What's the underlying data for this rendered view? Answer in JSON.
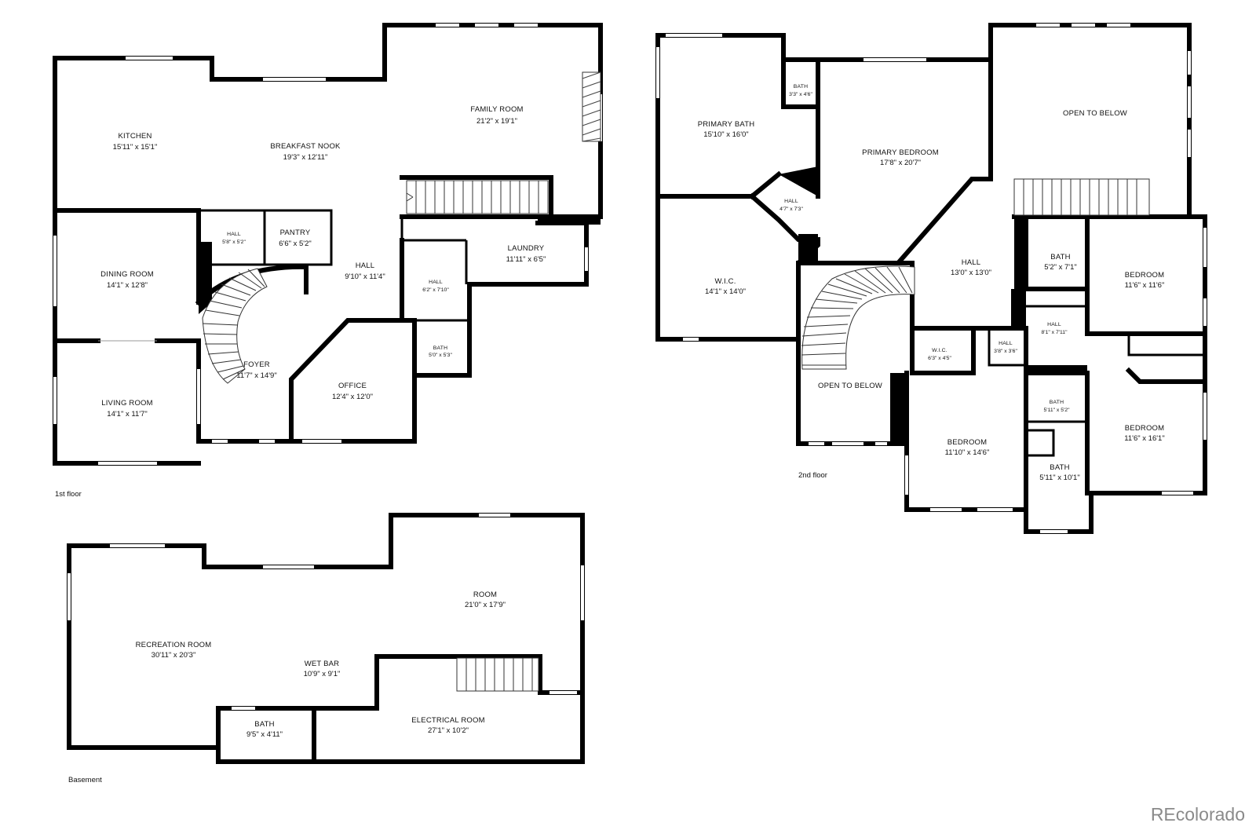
{
  "floors": [
    {
      "label": "1st floor",
      "rooms": [
        {
          "name": "KITCHEN",
          "dims": "15'11\" x 15'1\""
        },
        {
          "name": "BREAKFAST NOOK",
          "dims": "19'3\" x 12'11\""
        },
        {
          "name": "FAMILY ROOM",
          "dims": "21'2\" x 19'1\""
        },
        {
          "name": "DINING ROOM",
          "dims": "14'1\" x 12'8\""
        },
        {
          "name": "HALL",
          "dims": "5'8\" x 5'2\""
        },
        {
          "name": "PANTRY",
          "dims": "6'6\" x 5'2\""
        },
        {
          "name": "HALL",
          "dims": "9'10\" x 11'4\""
        },
        {
          "name": "HALL",
          "dims": "6'2\" x 7'10\""
        },
        {
          "name": "LAUNDRY",
          "dims": "11'11\" x 6'5\""
        },
        {
          "name": "BATH",
          "dims": "5'0\" x 5'3\""
        },
        {
          "name": "FOYER",
          "dims": "11'7\" x 14'9\""
        },
        {
          "name": "OFFICE",
          "dims": "12'4\" x 12'0\""
        },
        {
          "name": "LIVING ROOM",
          "dims": "14'1\" x 11'7\""
        }
      ]
    },
    {
      "label": "2nd floor",
      "rooms": [
        {
          "name": "PRIMARY BATH",
          "dims": "15'10\" x 16'0\""
        },
        {
          "name": "BATH",
          "dims": "3'3\" x 4'6\""
        },
        {
          "name": "PRIMARY BEDROOM",
          "dims": "17'8\" x 20'7\""
        },
        {
          "name": "OPEN TO BELOW",
          "dims": ""
        },
        {
          "name": "HALL",
          "dims": "4'7\" x 7'3\""
        },
        {
          "name": "W.I.C.",
          "dims": "14'1\" x 14'0\""
        },
        {
          "name": "HALL",
          "dims": "13'0\" x 13'0\""
        },
        {
          "name": "BATH",
          "dims": "5'2\" x 7'1\""
        },
        {
          "name": "BEDROOM",
          "dims": "11'6\" x 11'6\""
        },
        {
          "name": "HALL",
          "dims": "8'1\" x 7'11\""
        },
        {
          "name": "W.I.C.",
          "dims": "6'3\" x 4'5\""
        },
        {
          "name": "HALL",
          "dims": "3'8\" x 3'6\""
        },
        {
          "name": "OPEN TO BELOW",
          "dims": ""
        },
        {
          "name": "BATH",
          "dims": "5'11\" x 5'2\""
        },
        {
          "name": "BEDROOM",
          "dims": "11'6\" x 16'1\""
        },
        {
          "name": "BEDROOM",
          "dims": "11'10\" x 14'6\""
        },
        {
          "name": "BATH",
          "dims": "5'11\" x 10'1\""
        }
      ]
    },
    {
      "label": "Basement",
      "rooms": [
        {
          "name": "ROOM",
          "dims": "21'0\" x 17'9\""
        },
        {
          "name": "RECREATION ROOM",
          "dims": "30'11\" x 20'3\""
        },
        {
          "name": "WET BAR",
          "dims": "10'9\" x 9'1\""
        },
        {
          "name": "BATH",
          "dims": "9'5\" x 4'11\""
        },
        {
          "name": "ELECTRICAL ROOM",
          "dims": "27'1\" x 10'2\""
        }
      ]
    }
  ],
  "brand": "REcolorado"
}
